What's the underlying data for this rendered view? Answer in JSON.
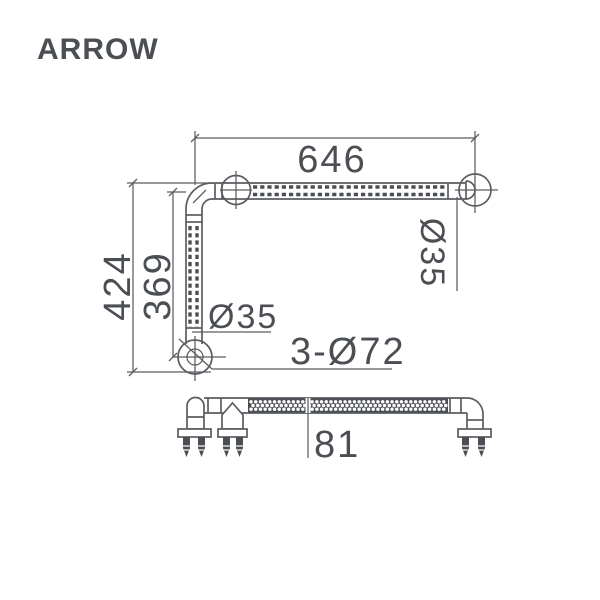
{
  "brand": {
    "logo": "ARROW"
  },
  "colors": {
    "background": "#ffffff",
    "line": "#5a5d61",
    "text": "#4b4e53",
    "dark_fill": "#4b4e52"
  },
  "drawing": {
    "top_view": {
      "length_label": "646",
      "overall_height_label": "424",
      "inner_height_label": "369",
      "tube_diameter_label": "Ø35",
      "tube_diameter_right_label": "Ø35",
      "flange_label": "3-Ø72"
    },
    "front_view": {
      "height_label": "81"
    }
  }
}
